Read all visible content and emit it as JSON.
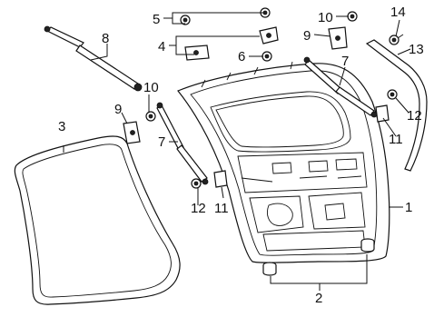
{
  "callouts": {
    "c1": "1",
    "c2": "2",
    "c3": "3",
    "c4": "4",
    "c5": "5",
    "c6": "6",
    "c7a": "7",
    "c7b": "7",
    "c8": "8",
    "c9a": "9",
    "c9b": "9",
    "c10a": "10",
    "c10b": "10",
    "c11a": "11",
    "c11b": "11",
    "c12a": "12",
    "c12b": "12",
    "c13": "13",
    "c14": "14"
  }
}
